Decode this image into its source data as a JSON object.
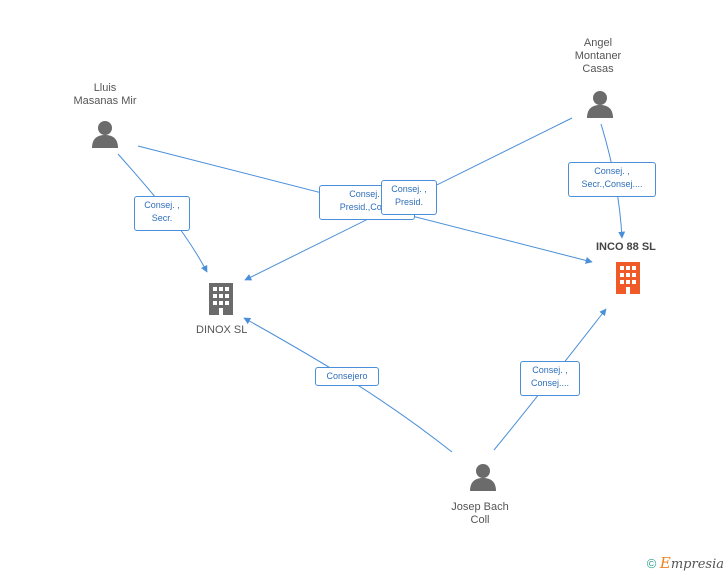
{
  "persons": {
    "lluis": "Lluis\nMasanas Mir",
    "angel": "Angel\nMontaner\nCasas",
    "josep": "Josep Bach\nColl"
  },
  "companies": {
    "dinox": "DINOX SL",
    "inco": "INCO 88 SL"
  },
  "edges": {
    "lluis_dinox": "Consej. ,\nSecr.",
    "lluis_inco": "Consej. ,\nPresid.,Con...",
    "angel_dinox": "Consej. ,\nPresid.",
    "angel_inco": "Consej. ,\nSecr.,Consej....",
    "josep_dinox": "Consejero",
    "josep_inco": "Consej. ,\nConsej...."
  },
  "footer": {
    "copyright": "©",
    "brand_initial": "E",
    "brand_rest": "mpresia"
  },
  "colors": {
    "edge": "#4a8fd9",
    "person_icon": "#6b6b6b",
    "company_icon": "#6b6b6b",
    "company_highlight": "#f05a28"
  }
}
